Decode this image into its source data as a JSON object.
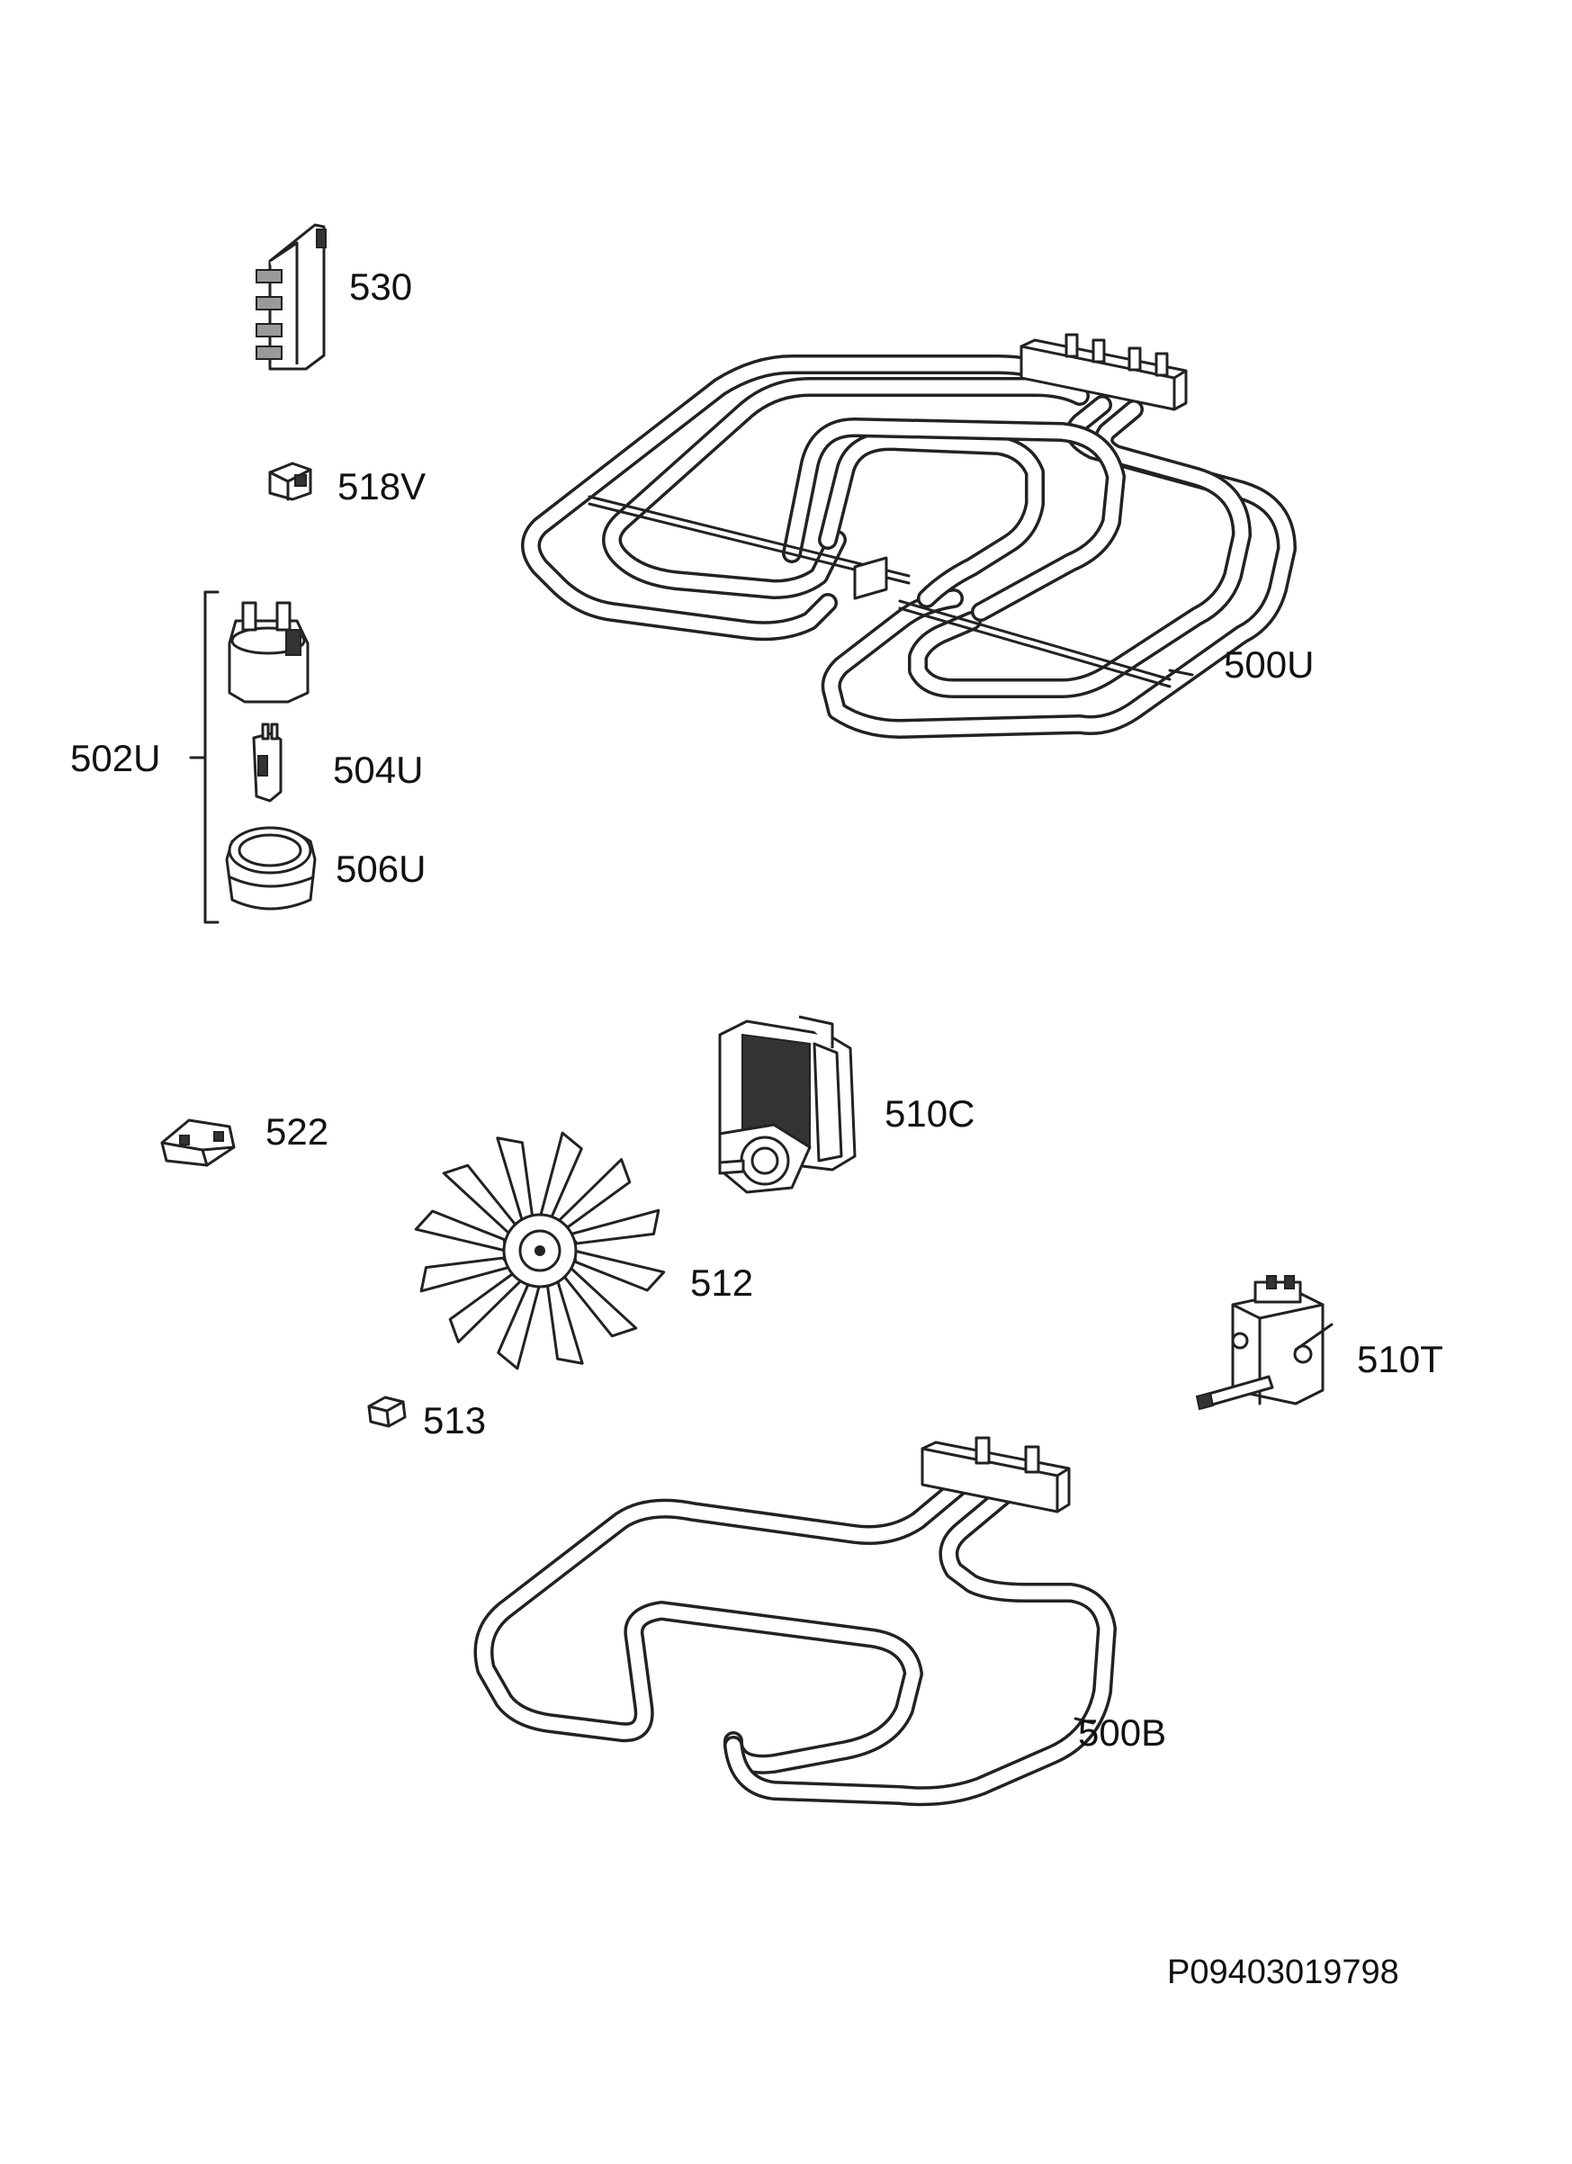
{
  "parts": [
    {
      "ref": "530"
    },
    {
      "ref": "518V"
    },
    {
      "ref": "502U"
    },
    {
      "ref": "504U"
    },
    {
      "ref": "506U"
    },
    {
      "ref": "500U"
    },
    {
      "ref": "522"
    },
    {
      "ref": "510C"
    },
    {
      "ref": "512"
    },
    {
      "ref": "513"
    },
    {
      "ref": "510T"
    },
    {
      "ref": "500B"
    }
  ],
  "drawing_code": "P09403019798"
}
